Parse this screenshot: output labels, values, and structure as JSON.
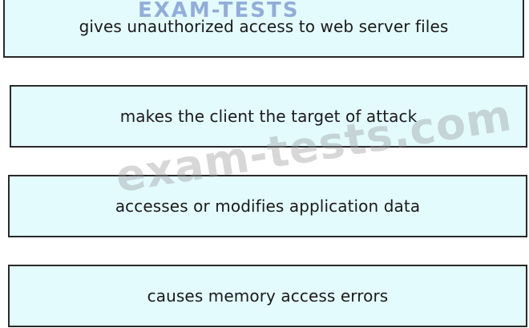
{
  "options": [
    {
      "label": "gives unauthorized access to web server files"
    },
    {
      "label": "makes the client the target of attack"
    },
    {
      "label": "accesses or modifies application data"
    },
    {
      "label": "causes memory access errors"
    }
  ],
  "watermarks": {
    "top": "EXAM-TESTS",
    "diagonal": "exam-tests.com"
  },
  "colors": {
    "box_background": "#e3fbfd",
    "box_border": "#2a2a2a"
  }
}
